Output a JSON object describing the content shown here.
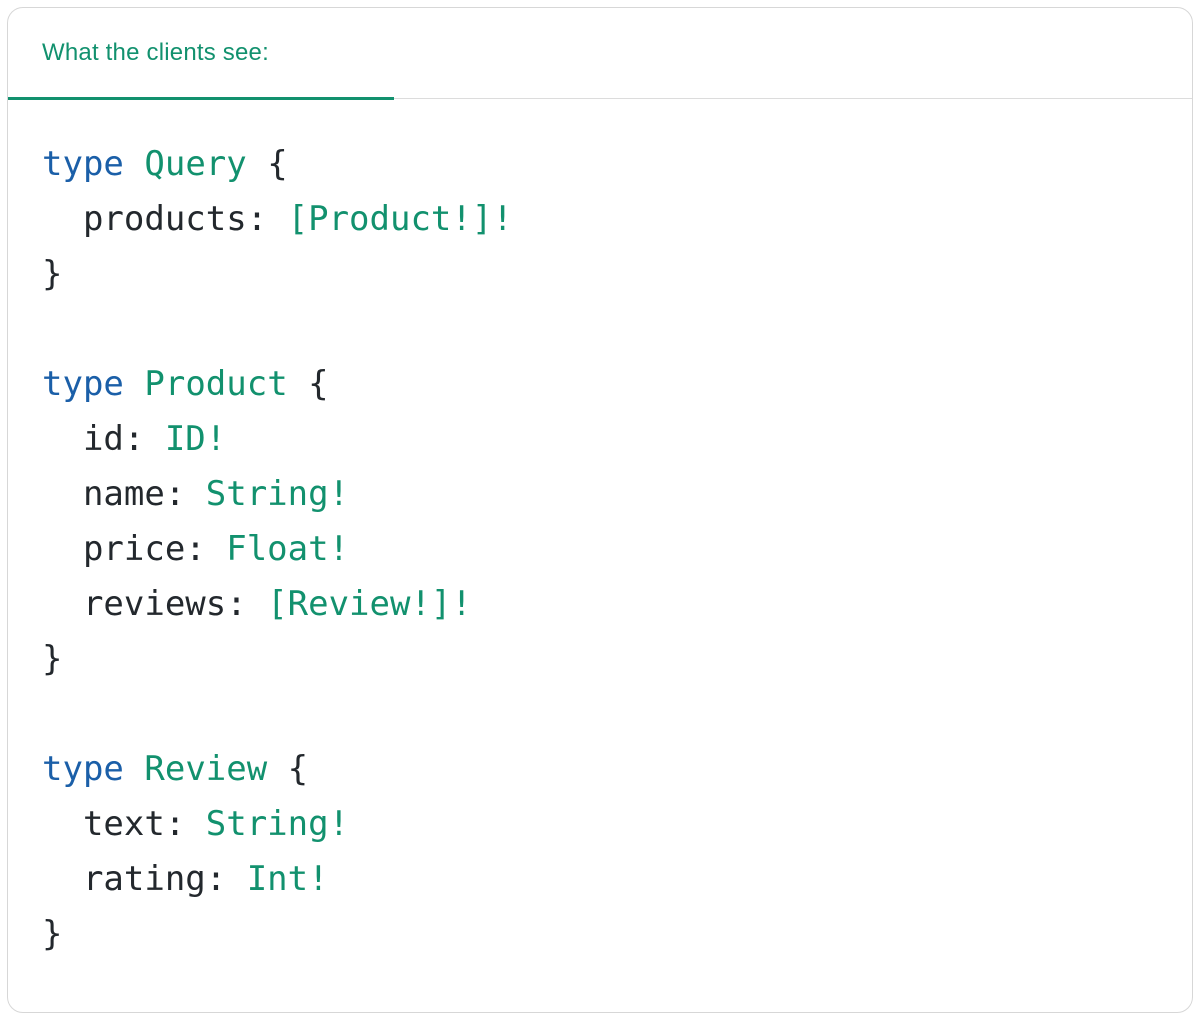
{
  "colors": {
    "teal": "#12916E",
    "blue": "#1B5FA8",
    "text": "#23282D",
    "border": "#D7D7D7",
    "divider": "#DCDCDC"
  },
  "panel": {
    "tab_label": "What the clients see:"
  },
  "code": {
    "lines": [
      {
        "tokens": [
          {
            "t": "type",
            "c": "kw"
          },
          {
            "t": " ",
            "c": "pl"
          },
          {
            "t": "Query",
            "c": "ty"
          },
          {
            "t": " {",
            "c": "pl"
          }
        ]
      },
      {
        "tokens": [
          {
            "t": "  products: ",
            "c": "pl"
          },
          {
            "t": "[Product!]!",
            "c": "ty"
          }
        ]
      },
      {
        "tokens": [
          {
            "t": "}",
            "c": "pl"
          }
        ]
      },
      {
        "tokens": []
      },
      {
        "tokens": [
          {
            "t": "type",
            "c": "kw"
          },
          {
            "t": " ",
            "c": "pl"
          },
          {
            "t": "Product",
            "c": "ty"
          },
          {
            "t": " {",
            "c": "pl"
          }
        ]
      },
      {
        "tokens": [
          {
            "t": "  id: ",
            "c": "pl"
          },
          {
            "t": "ID!",
            "c": "ty"
          }
        ]
      },
      {
        "tokens": [
          {
            "t": "  name: ",
            "c": "pl"
          },
          {
            "t": "String!",
            "c": "ty"
          }
        ]
      },
      {
        "tokens": [
          {
            "t": "  price: ",
            "c": "pl"
          },
          {
            "t": "Float!",
            "c": "ty"
          }
        ]
      },
      {
        "tokens": [
          {
            "t": "  reviews: ",
            "c": "pl"
          },
          {
            "t": "[Review!]!",
            "c": "ty"
          }
        ]
      },
      {
        "tokens": [
          {
            "t": "}",
            "c": "pl"
          }
        ]
      },
      {
        "tokens": []
      },
      {
        "tokens": [
          {
            "t": "type",
            "c": "kw"
          },
          {
            "t": " ",
            "c": "pl"
          },
          {
            "t": "Review",
            "c": "ty"
          },
          {
            "t": " {",
            "c": "pl"
          }
        ]
      },
      {
        "tokens": [
          {
            "t": "  text: ",
            "c": "pl"
          },
          {
            "t": "String!",
            "c": "ty"
          }
        ]
      },
      {
        "tokens": [
          {
            "t": "  rating: ",
            "c": "pl"
          },
          {
            "t": "Int!",
            "c": "ty"
          }
        ]
      },
      {
        "tokens": [
          {
            "t": "}",
            "c": "pl"
          }
        ]
      }
    ]
  }
}
